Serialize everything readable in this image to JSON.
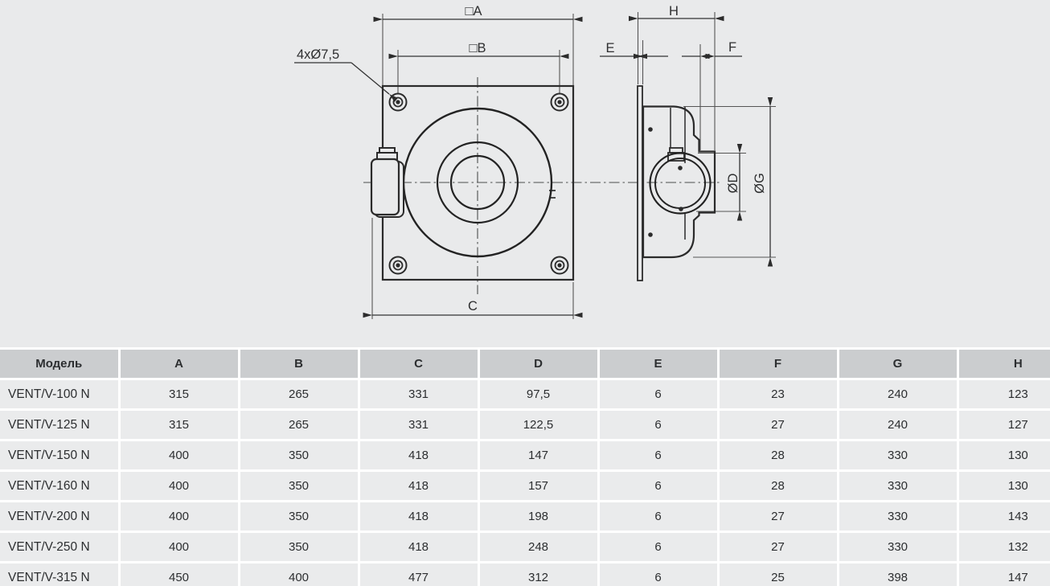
{
  "diagram": {
    "front_view": {
      "dim_outer_square": "□A",
      "dim_hole_spacing": "□B",
      "dim_total_width": "C",
      "holes_note": "4xØ7,5"
    },
    "side_view": {
      "dim_total_depth": "H",
      "dim_plate_thickness": "E",
      "dim_spigot_length": "F",
      "dim_duct_diameter": "ØD",
      "dim_housing_diameter": "ØG"
    }
  },
  "table": {
    "columns": [
      "Модель",
      "A",
      "B",
      "C",
      "D",
      "E",
      "F",
      "G",
      "H"
    ],
    "rows": [
      [
        "VENT/V-100 N",
        "315",
        "265",
        "331",
        "97,5",
        "6",
        "23",
        "240",
        "123"
      ],
      [
        "VENT/V-125 N",
        "315",
        "265",
        "331",
        "122,5",
        "6",
        "27",
        "240",
        "127"
      ],
      [
        "VENT/V-150 N",
        "400",
        "350",
        "418",
        "147",
        "6",
        "28",
        "330",
        "130"
      ],
      [
        "VENT/V-160 N",
        "400",
        "350",
        "418",
        "157",
        "6",
        "28",
        "330",
        "130"
      ],
      [
        "VENT/V-200 N",
        "400",
        "350",
        "418",
        "198",
        "6",
        "27",
        "330",
        "143"
      ],
      [
        "VENT/V-250 N",
        "400",
        "350",
        "418",
        "248",
        "6",
        "27",
        "330",
        "132"
      ],
      [
        "VENT/V-315 N",
        "450",
        "400",
        "477",
        "312",
        "6",
        "25",
        "398",
        "147"
      ]
    ]
  },
  "colors": {
    "page_background": "#e9eaeb",
    "table_header_cell": "#cbcdcf",
    "table_data_cell": "#eaebec",
    "table_separator": "#ffffff",
    "drawing_line": "#2b2b2b",
    "text": "#2c2e30"
  }
}
